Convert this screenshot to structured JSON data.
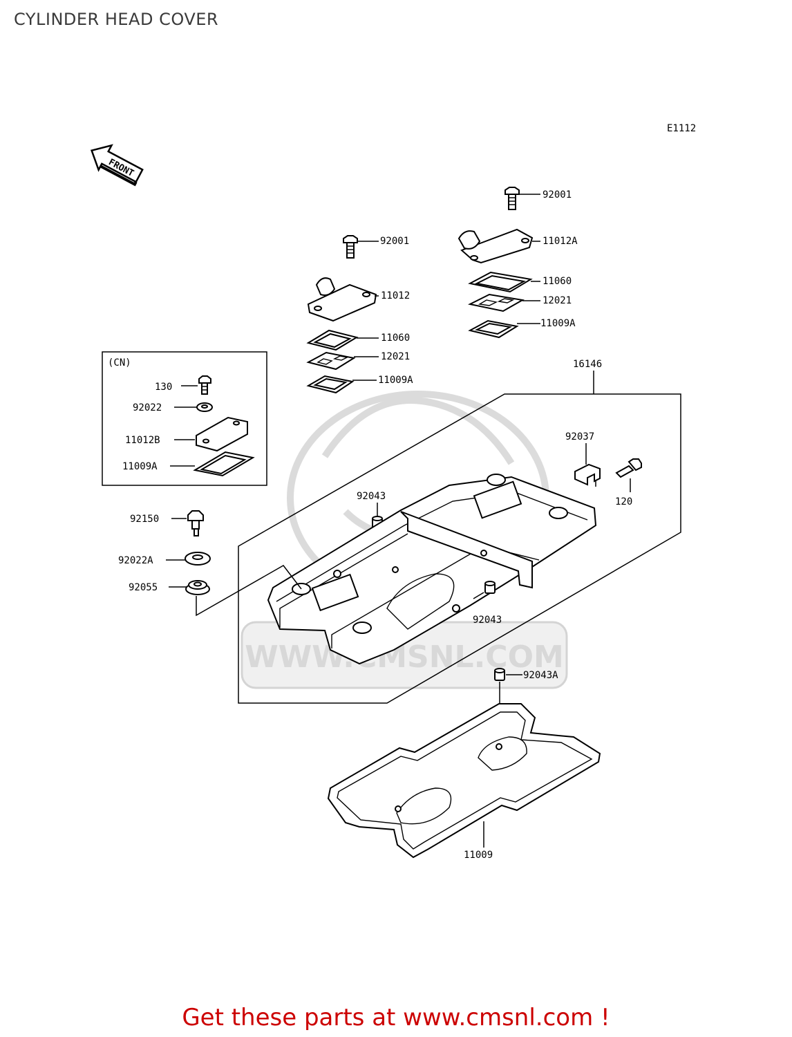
{
  "title": "CYLINDER HEAD COVER",
  "figure_code": "E1112",
  "front_arrow": "FRONT",
  "cn_box_label": "(CN)",
  "watermark_text": "WWW.CMSNL.COM",
  "callouts": {
    "c92001_top": "92001",
    "c11012A": "11012A",
    "c92001_mid": "92001",
    "c11012": "11012",
    "c11060_right": "11060",
    "c12021_right": "12021",
    "c11009A_right": "11009A",
    "c11060_left": "11060",
    "c12021_left": "12021",
    "c11009A_left": "11009A",
    "c16146": "16146",
    "c130": "130",
    "c92022": "92022",
    "c11012B": "11012B",
    "c11009A_cn": "11009A",
    "c92037": "92037",
    "c120": "120",
    "c92043_left": "92043",
    "c92150": "92150",
    "c92022A": "92022A",
    "c92055": "92055",
    "c92043_right": "92043",
    "c92043A": "92043A",
    "c11009": "11009"
  },
  "footer": "Get these parts at www.cmsnl.com !"
}
